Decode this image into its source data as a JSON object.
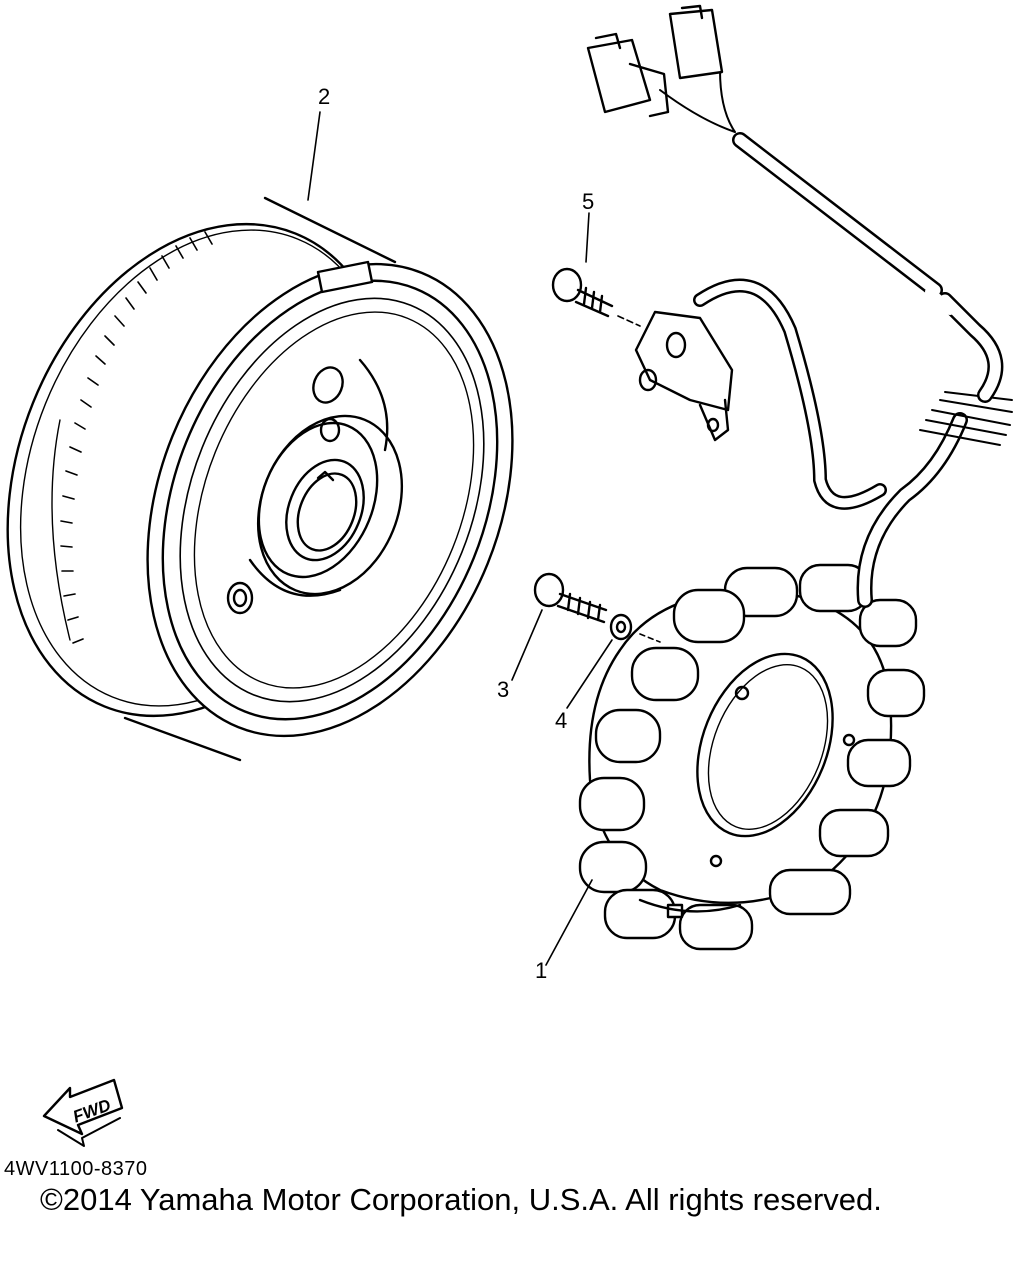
{
  "callouts": [
    {
      "number": "1",
      "part": "stator-assembly"
    },
    {
      "number": "2",
      "part": "rotor-flywheel"
    },
    {
      "number": "3",
      "part": "stator-screw"
    },
    {
      "number": "4",
      "part": "washer"
    },
    {
      "number": "5",
      "part": "pickup-coil-screw"
    }
  ],
  "fwd_label": "FWD",
  "icons": [
    "fwd-arrow-icon"
  ],
  "part_code": "4WV1100-8370",
  "copyright": "©2014 Yamaha Motor Corporation, U.S.A. All rights reserved."
}
